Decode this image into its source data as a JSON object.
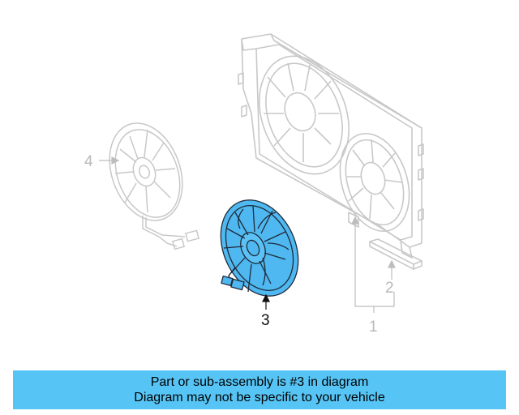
{
  "diagram": {
    "callouts": {
      "part1": "1",
      "part2": "2",
      "part3": "3",
      "part4": "4"
    },
    "highlight_color": "#4fb8f0",
    "outline_color": "#c4c4c4"
  },
  "banner": {
    "line1": "Part or sub-assembly is #3 in diagram",
    "line2": "Diagram may not be specific to your vehicle",
    "background": "#56c4f5"
  }
}
